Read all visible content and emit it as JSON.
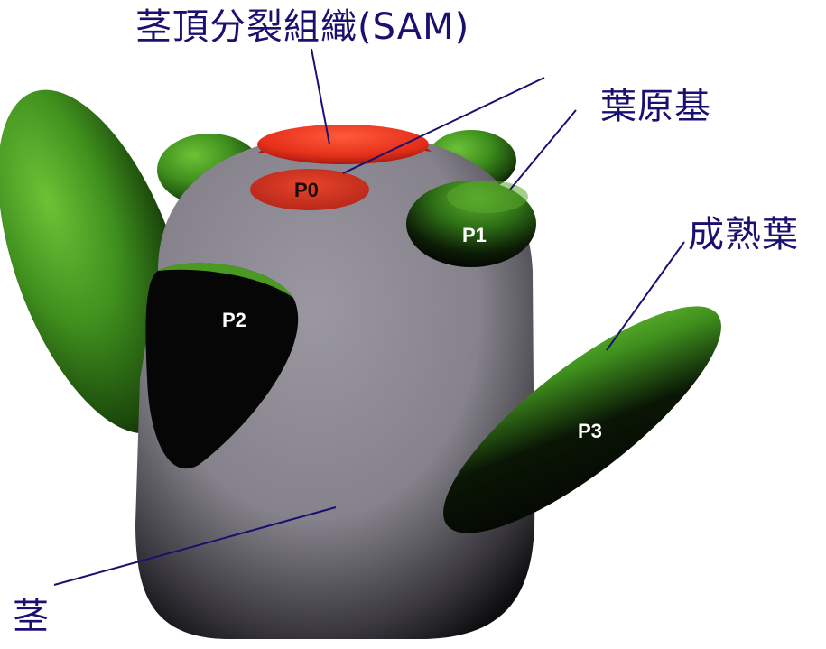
{
  "labels": {
    "sam": "茎頂分裂組織(SAM)",
    "leaf_primordium": "葉原基",
    "mature_leaf": "成熟葉",
    "stem": "茎"
  },
  "tags": {
    "p0": "P0",
    "p1": "P1",
    "p2": "P2",
    "p3": "P3"
  },
  "colors": {
    "label_text": "#1a1070",
    "leaf_green": "#3a8a1c",
    "meristem_red": "#e8321c",
    "stem_gray": "#8a8790"
  }
}
